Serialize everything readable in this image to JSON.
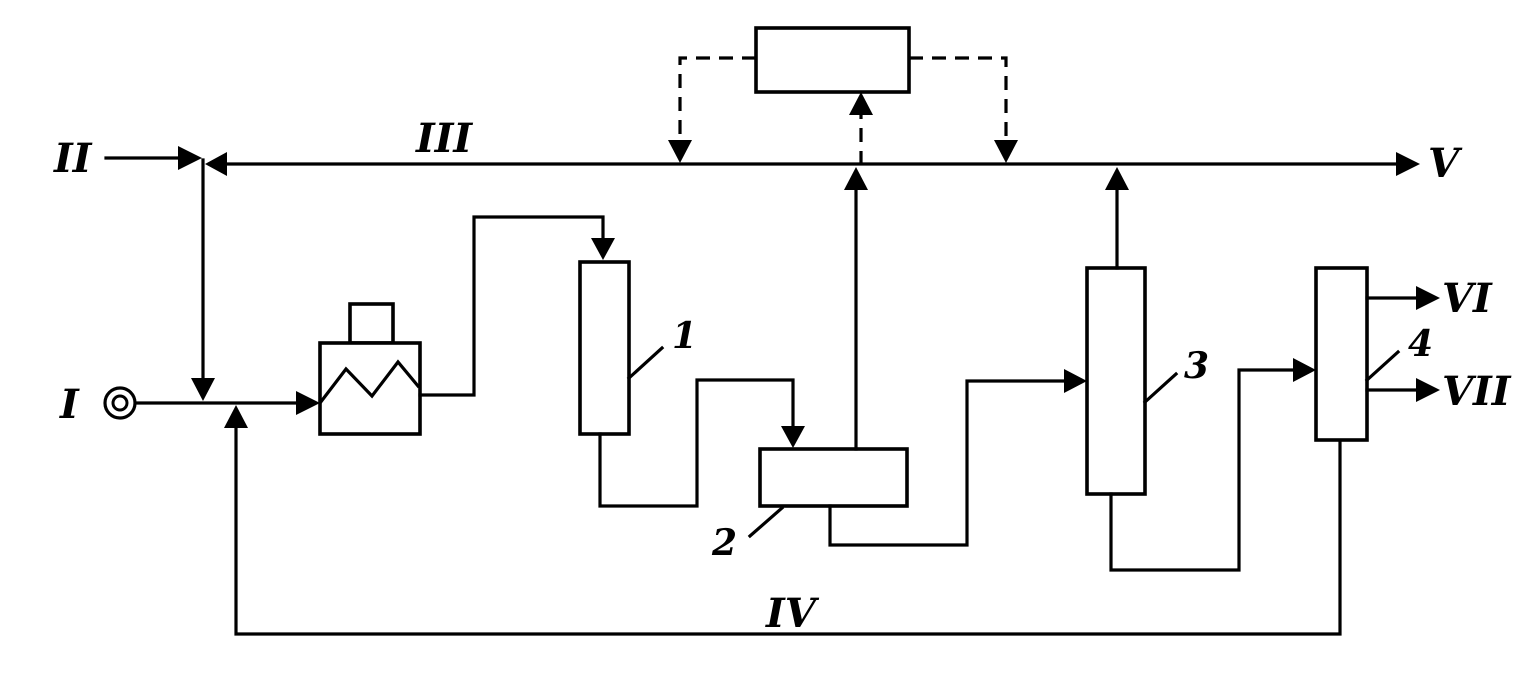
{
  "streams": {
    "i": "I",
    "ii": "II",
    "iii": "III",
    "iv": "IV",
    "v": "V",
    "vi": "VI",
    "vii": "VII"
  },
  "units": {
    "u1": "1",
    "u2": "2",
    "u3": "3",
    "u4": "4"
  }
}
